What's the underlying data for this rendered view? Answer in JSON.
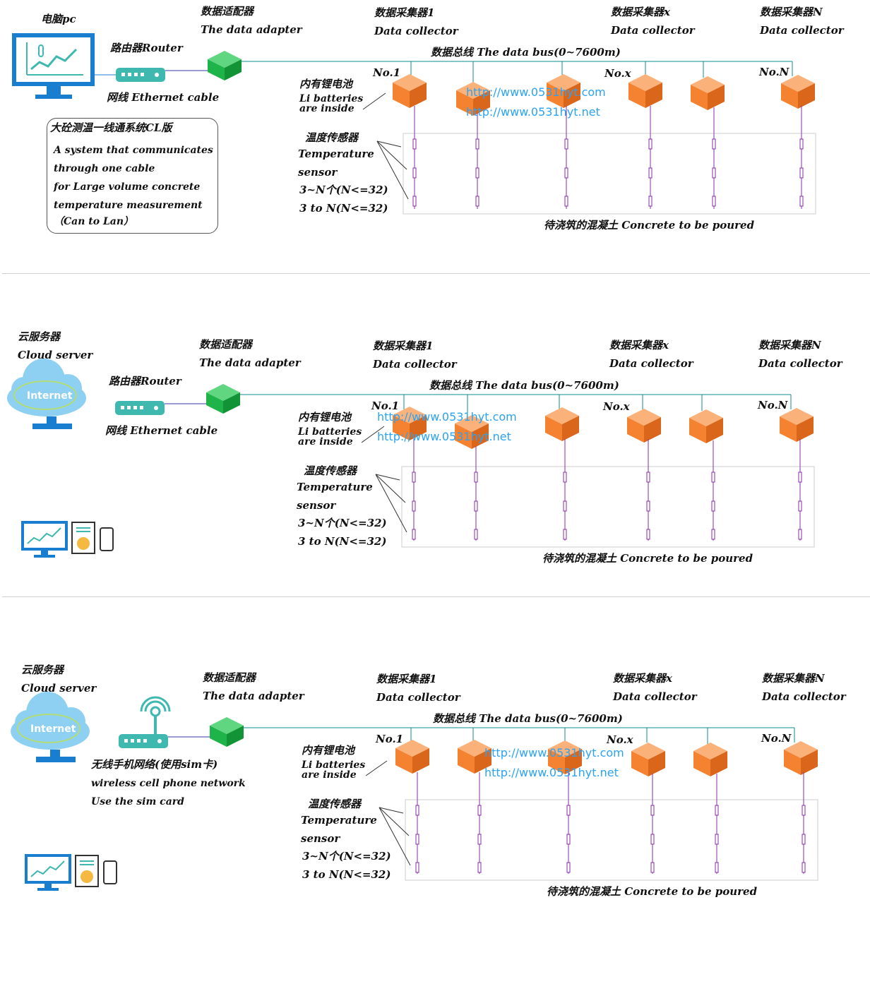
{
  "watermark_urls": [
    "http://www.0531hyt.com",
    "http://www.0531hyt.net"
  ],
  "colors": {
    "bus_line": "#0f8c8c",
    "adapter_green": "#1eb449",
    "collector_orange": "#f58231",
    "sensor_purple": "#8a2ba8",
    "router_teal": "#3fb8b0",
    "monitor_blue": "#1a7ed0",
    "url_blue": "#2aa3f5"
  },
  "common": {
    "adapter_cn": "数据适配器",
    "adapter_en": "The data adapter",
    "collector1_cn": "数据采集器1",
    "collectorx_cn": "数据采集器x",
    "collectorN_cn": "数据采集器N",
    "collector_en": "Data collector",
    "bus_label": "数据总线 The data bus(0~7600m)",
    "no1": "No.1",
    "nox": "No.x",
    "noN": "No.N",
    "battery_cn": "内有锂电池",
    "battery_en1": "Li  batteries",
    "battery_en2": "are inside",
    "sensor_cn": "温度传感器",
    "sensor_en1": "Temperature",
    "sensor_en2": "sensor",
    "sensor_count_cn": "3~N个(N<=32)",
    "sensor_count_en": "3 to N(N<=32)",
    "concrete": "待浇筑的混凝土 Concrete to be poured"
  },
  "panel1": {
    "pc_label": "电脑pc",
    "router_label": "路由器Router",
    "cable_label": "网线 Ethernet cable",
    "info_title": "大砼测温一线通系统CL版",
    "info_lines": [
      "A system that communicates",
      "through one cable",
      "for Large volume concrete",
      "temperature measurement",
      "（Can to Lan）"
    ]
  },
  "panel2": {
    "cloud_cn": "云服务器",
    "cloud_en": "Cloud server",
    "cloud_text": "Internet",
    "router_label": "路由器Router",
    "cable_label": "网线 Ethernet cable"
  },
  "panel3": {
    "cloud_cn": "云服务器",
    "cloud_en": "Cloud server",
    "cloud_text": "Internet",
    "wireless_cn": "无线手机网络(使用sim卡)",
    "wireless_en": "wireless cell phone network",
    "sim_en": "Use the sim card"
  }
}
